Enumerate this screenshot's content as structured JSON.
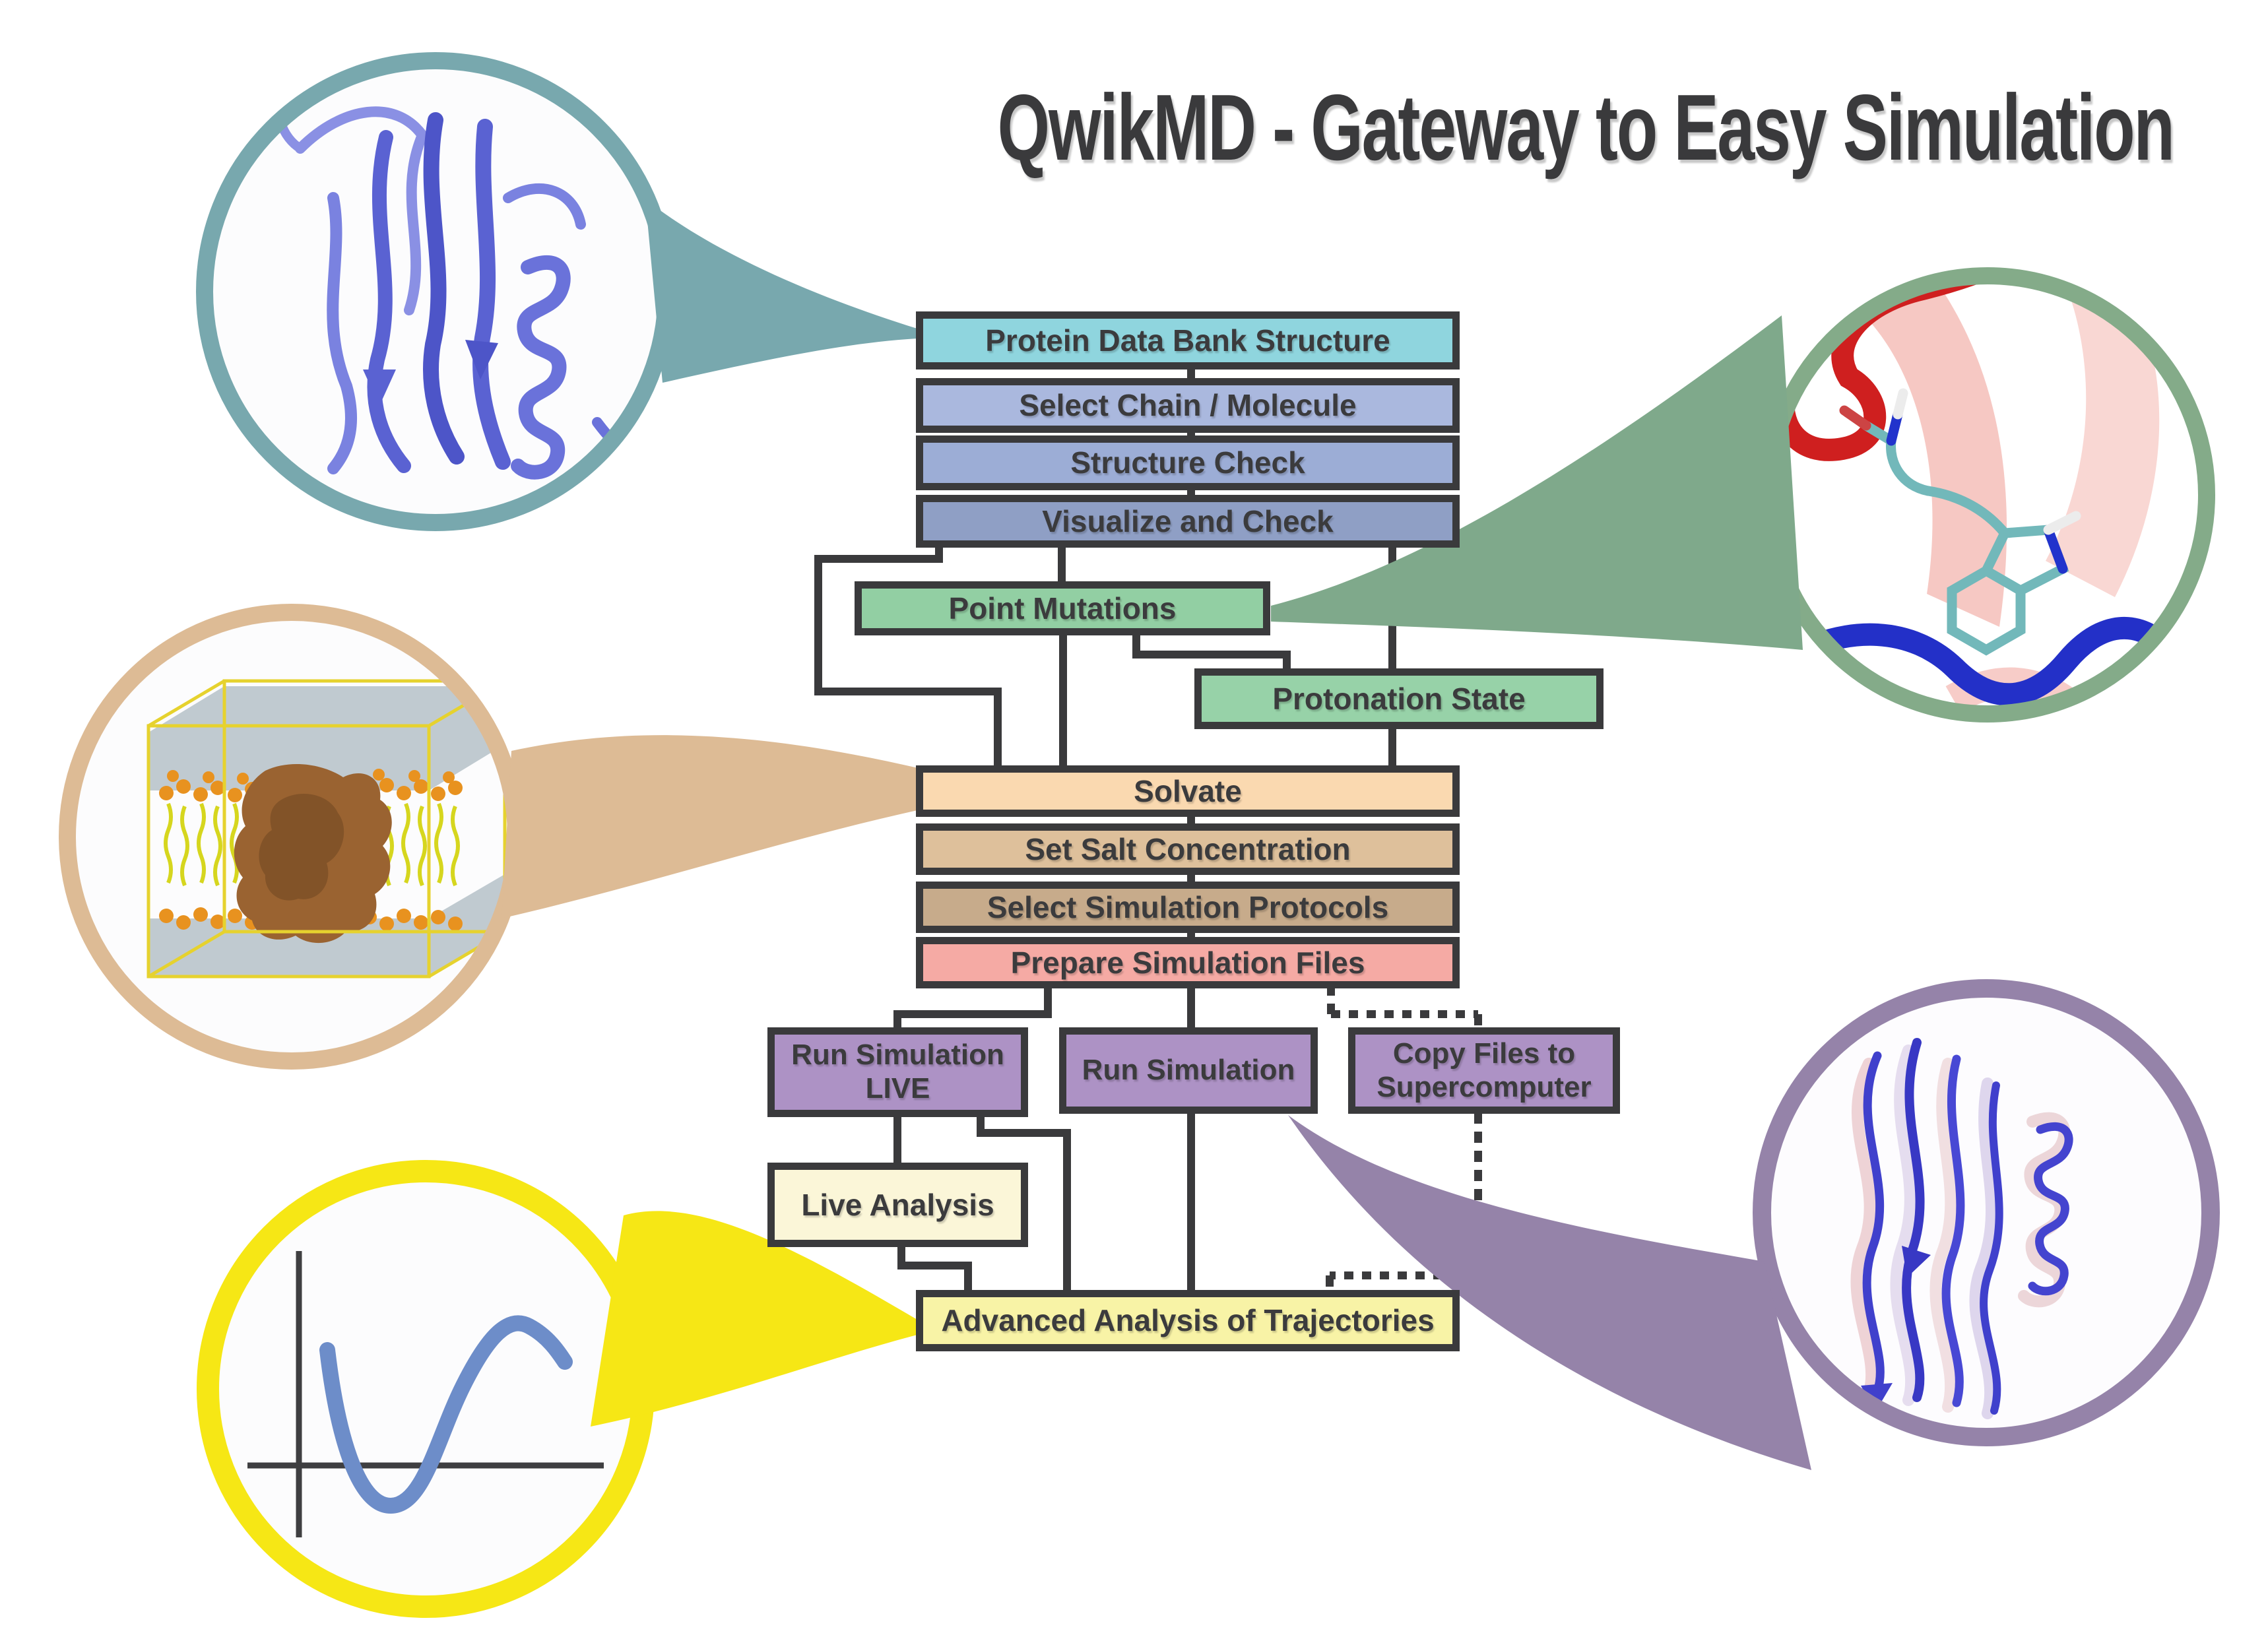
{
  "header": {
    "title": "QwikMD - Gateway to Easy Simulation"
  },
  "flowchart": {
    "nodes": {
      "pdb": "Protein Data Bank Structure",
      "select_chain": "Select Chain / Molecule",
      "structure_check": "Structure Check",
      "visualize": "Visualize and Check",
      "point_mutations": "Point Mutations",
      "protonation": "Protonation State",
      "solvate": "Solvate",
      "set_salt": "Set Salt Concentration",
      "protocols": "Select Simulation Protocols",
      "prepare": "Prepare Simulation Files",
      "run_live_line1": "Run Simulation",
      "run_live_line2": "LIVE",
      "run_sim": "Run Simulation",
      "copy_line1": "Copy Files to",
      "copy_line2": "Supercomputer",
      "live_analysis": "Live Analysis",
      "advanced": "Advanced Analysis of Trajectories"
    },
    "colors": {
      "outline": "#3a3a3c",
      "node_pdb": "#8fd5de",
      "node_select_chain": "#aab8de",
      "node_structure_check": "#9cadd6",
      "node_visualize": "#8f9fc5",
      "node_mutation_green": "#92cfa3",
      "node_solvate": "#fad9b0",
      "node_salt": "#dec09b",
      "node_protocols": "#c7ab8b",
      "node_prepare": "#f5aaa4",
      "node_run_purple": "#ad92c5",
      "node_live_analysis": "#fbf6d8",
      "node_advanced": "#f8f3a6",
      "callout_teal": "#78a8ae",
      "callout_tan": "#ddbb95",
      "callout_yellow": "#f6e715",
      "callout_green": "#7fa98b",
      "callout_purple": "#9583a9"
    }
  }
}
